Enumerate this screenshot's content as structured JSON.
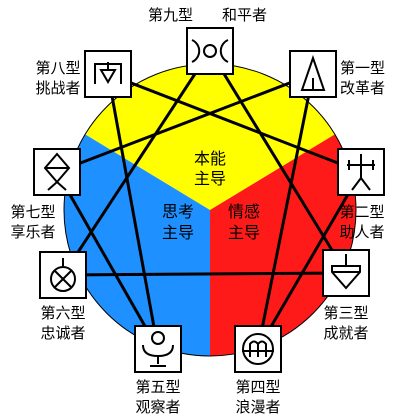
{
  "colors": {
    "instinct": "#ffff00",
    "heart": "#ff1a1a",
    "head": "#1e90ff",
    "lines": "#000000",
    "icon_box": "#ffffff"
  },
  "centers": [
    {
      "key": "instinct",
      "line1": "本能",
      "line2": "主导"
    },
    {
      "key": "heart",
      "line1": "情感",
      "line2": "主导"
    },
    {
      "key": "head",
      "line1": "思考",
      "line2": "主导"
    }
  ],
  "types": [
    {
      "num": 9,
      "line1": "第九型",
      "line2": "和平者",
      "icon": "double-crescent-icon"
    },
    {
      "num": 1,
      "line1": "第一型",
      "line2": "改革者",
      "icon": "cone-icon"
    },
    {
      "num": 2,
      "line1": "第二型",
      "line2": "助人者",
      "icon": "cross-figure-icon"
    },
    {
      "num": 3,
      "line1": "第三型",
      "line2": "成就者",
      "icon": "spinning-top-icon"
    },
    {
      "num": 4,
      "line1": "第四型",
      "line2": "浪漫者",
      "icon": "encircled-m-icon"
    },
    {
      "num": 5,
      "line1": "第五型",
      "line2": "观察者",
      "icon": "arms-up-figure-icon"
    },
    {
      "num": 6,
      "line1": "第六型",
      "line2": "忠诚者",
      "icon": "circle-x-icon"
    },
    {
      "num": 7,
      "line1": "第七型",
      "line2": "享乐者",
      "icon": "diamond-x-icon"
    },
    {
      "num": 8,
      "line1": "第八型",
      "line2": "挑战者",
      "icon": "house-arrow-icon"
    }
  ]
}
